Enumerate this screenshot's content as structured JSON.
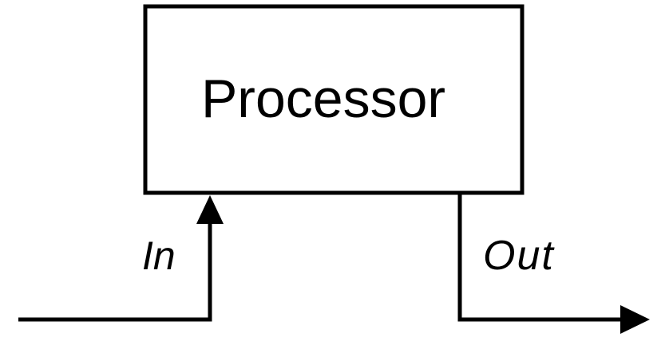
{
  "diagram": {
    "box": {
      "label": "Processor"
    },
    "input": {
      "label": "In"
    },
    "output": {
      "label": "Out"
    },
    "colors": {
      "line": "#000000",
      "background": "#ffffff"
    }
  }
}
